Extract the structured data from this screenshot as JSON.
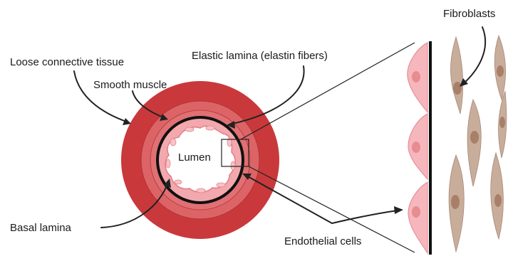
{
  "labels": {
    "loose_connective_tissue": "Loose connective tissue",
    "smooth_muscle": "Smooth muscle",
    "elastic_lamina": "Elastic lamina (elastin fibers)",
    "lumen": "Lumen",
    "basal_lamina": "Basal lamina",
    "endothelial_cells": "Endothelial cells",
    "fibroblasts": "Fibroblasts"
  },
  "colors": {
    "connective_tissue": "#c9393b",
    "smooth_muscle": "#dc6466",
    "elastic_lamina": "#111111",
    "endothelium": "#f2a8ad",
    "lumen": "#ffffff",
    "endothelial_cell": "#f6b7bc",
    "endothelial_nucleus": "#e88b93",
    "fibroblast": "#c8ad9b",
    "fibroblast_nucleus": "#a87f68",
    "basement_membrane": "#111111"
  }
}
